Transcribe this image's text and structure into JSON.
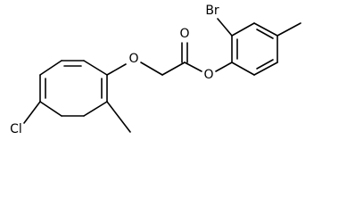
{
  "atoms": {
    "bromine": "Br",
    "chlorine": "Cl",
    "ether_oxygen": "O",
    "carbonyl_oxygen": "O",
    "ester_oxygen": "O"
  }
}
